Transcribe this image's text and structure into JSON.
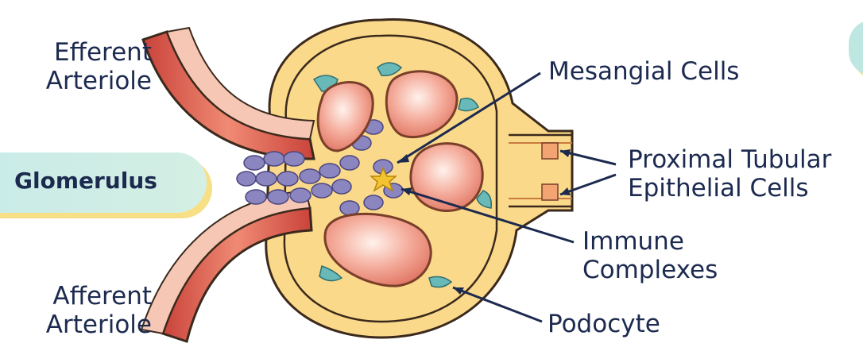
{
  "labels": {
    "efferent": [
      "Efferent",
      "Arteriole"
    ],
    "afferent": [
      "Afferent",
      "Arteriole"
    ],
    "glomerulus": "Glomerulus",
    "mesangial": "Mesangial Cells",
    "proximal": [
      "Proximal Tubular",
      "Epithelial Cells"
    ],
    "immune": [
      "Immune",
      "Complexes"
    ],
    "podocyte": "Podocyte"
  },
  "colors": {
    "text": "#1c2a4f",
    "capsule": "#fbd98a",
    "capsule_outline": "#3b2a1c",
    "capillary": "#e98c7d",
    "capillary_light": "#ffd6cb",
    "arteriole": "#d9544a",
    "mesangial": "#8b86c0",
    "podocyte": "#69b9b8",
    "immune": "#f4c430",
    "badge": "#c9ebe8",
    "badge_shadow": "#f7df86"
  }
}
